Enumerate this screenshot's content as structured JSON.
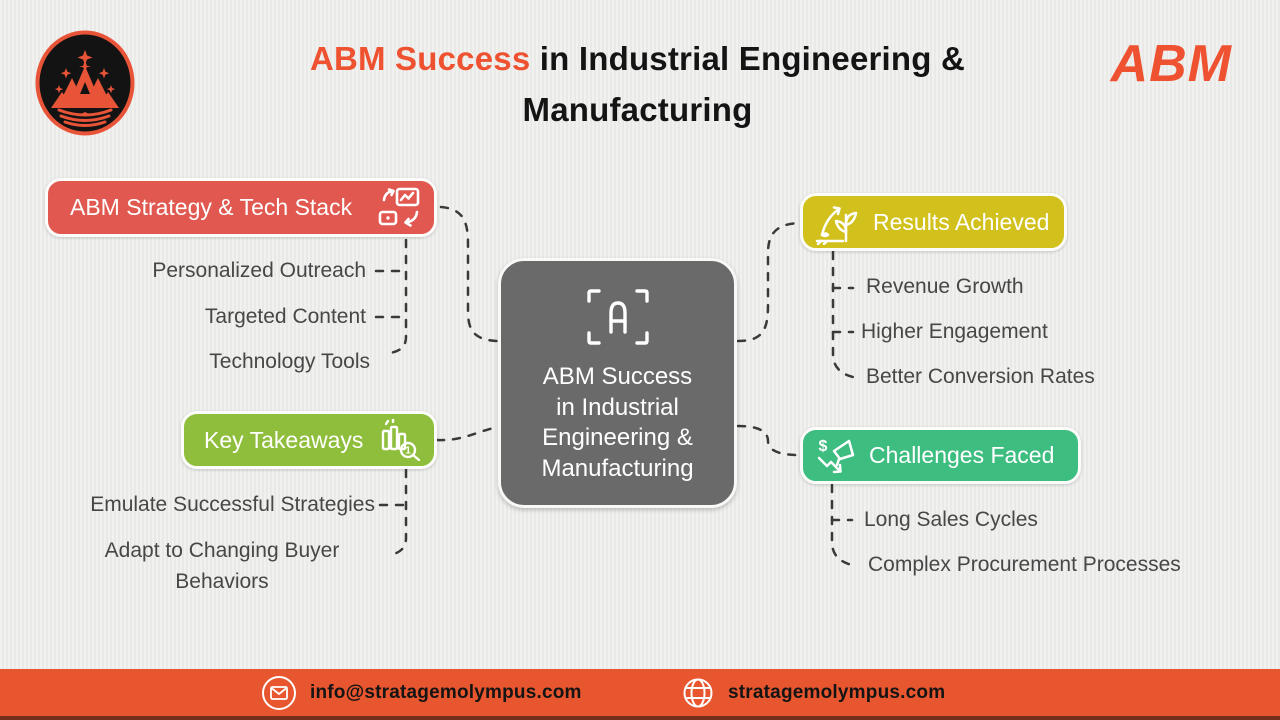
{
  "header": {
    "title_accent": "ABM Success",
    "title_rest": " in Industrial Engineering &",
    "title_line2": "Manufacturing",
    "brand_wordmark": "ABM"
  },
  "center_node": {
    "lines": [
      "ABM Success",
      "in Industrial",
      "Engineering &",
      "Manufacturing"
    ]
  },
  "branches": {
    "strategy": {
      "label": "ABM Strategy & Tech Stack",
      "items": [
        "Personalized Outreach",
        "Targeted Content",
        "Technology Tools"
      ]
    },
    "takeaways": {
      "label": "Key Takeaways",
      "items": [
        "Emulate Successful Strategies",
        "Adapt to Changing Buyer Behaviors"
      ]
    },
    "results": {
      "label": "Results Achieved",
      "items": [
        "Revenue Growth",
        "Higher Engagement",
        "Better Conversion Rates"
      ]
    },
    "challenges": {
      "label": "Challenges Faced",
      "items": [
        "Long Sales Cycles",
        "Complex Procurement Processes"
      ]
    }
  },
  "footer": {
    "email": "info@stratagemolympus.com",
    "website": "stratagemolympus.com"
  },
  "icons": {
    "logo": "mountain-crown-logo",
    "strategy": "screen-transfer-icon",
    "takeaways": "bar-chart-search-icon",
    "results": "growth-plant-icon",
    "challenges": "dollar-megaphone-decline-icon",
    "center": "focus-letter-a-icon",
    "email": "envelope-icon",
    "website": "globe-icon"
  },
  "colors": {
    "accent_orange": "#EE5230",
    "strategy_red": "#E0584F",
    "takeaways_green": "#8FBE3D",
    "results_yellow": "#D2C11C",
    "challenges_green": "#3EBD80",
    "center_gray": "#6B6A6A",
    "footer_orange": "#E7562F",
    "connector_gray": "#3A3A3A",
    "background": "#ECECEA"
  }
}
